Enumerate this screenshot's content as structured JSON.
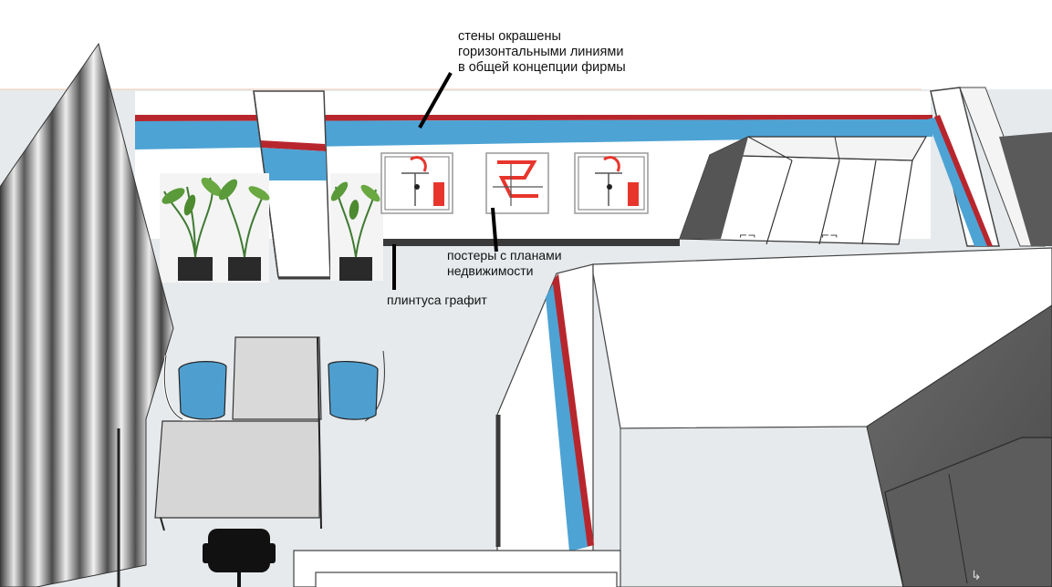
{
  "annotations": {
    "walls": {
      "lines": [
        "стены окрашены",
        "горизонтальными линиями",
        "в общей концепции фирмы"
      ]
    },
    "posters": {
      "lines": [
        "постеры с планами",
        "недвижимости"
      ]
    },
    "skirting": {
      "text": "плинтуса графит"
    }
  },
  "colors": {
    "stripe_blue": "#4da3d4",
    "stripe_red": "#b8262d",
    "skirting_graphite": "#3a3a3a",
    "floor": "#e6eaec",
    "wall_white": "#ffffff",
    "dark_room": "#555555",
    "chair_blue": "#4e9fcf"
  },
  "icons": [
    "plant-pot",
    "poster-floorplan",
    "office-chair",
    "desk",
    "curtain",
    "cabinet"
  ]
}
